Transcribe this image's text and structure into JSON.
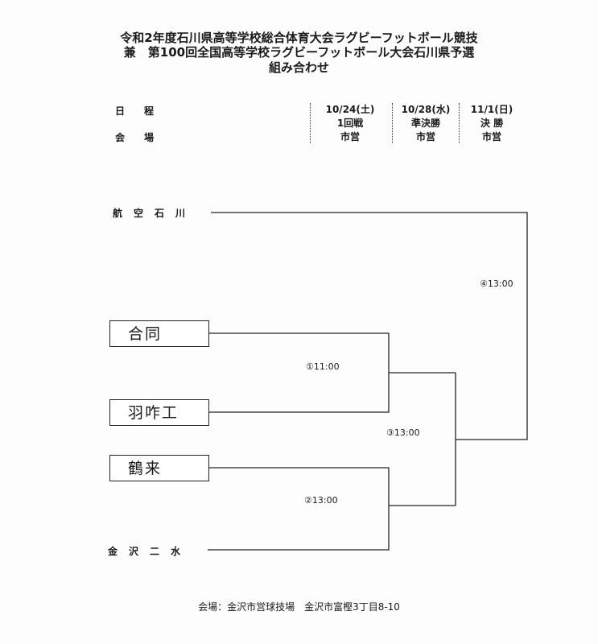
{
  "title": {
    "line1": "令和2年度石川県高等学校総合体育大会ラグビーフットボール競技",
    "line2": "兼　第100回全国高等学校ラグビーフットボール大会石川県予選",
    "line3": "組み合わせ"
  },
  "schedule": {
    "row_labels": {
      "date": "日　　程",
      "venue": "会　　場"
    },
    "columns": [
      {
        "date": "10/24(土)",
        "round": "1回戦",
        "venue": "市営"
      },
      {
        "date": "10/28(水)",
        "round": "準決勝",
        "venue": "市営"
      },
      {
        "date": "11/1(日)",
        "round": "決 勝",
        "venue": "市営"
      }
    ]
  },
  "teams": [
    "航空石川",
    "合同",
    "羽咋工",
    "鶴来",
    "金沢二水"
  ],
  "matches": {
    "m1": "①11:00",
    "m2": "②13:00",
    "m3": "③13:00",
    "m4": "④13:00"
  },
  "footer": "会場：金沢市営球技場　金沢市富樫3丁目8-10"
}
